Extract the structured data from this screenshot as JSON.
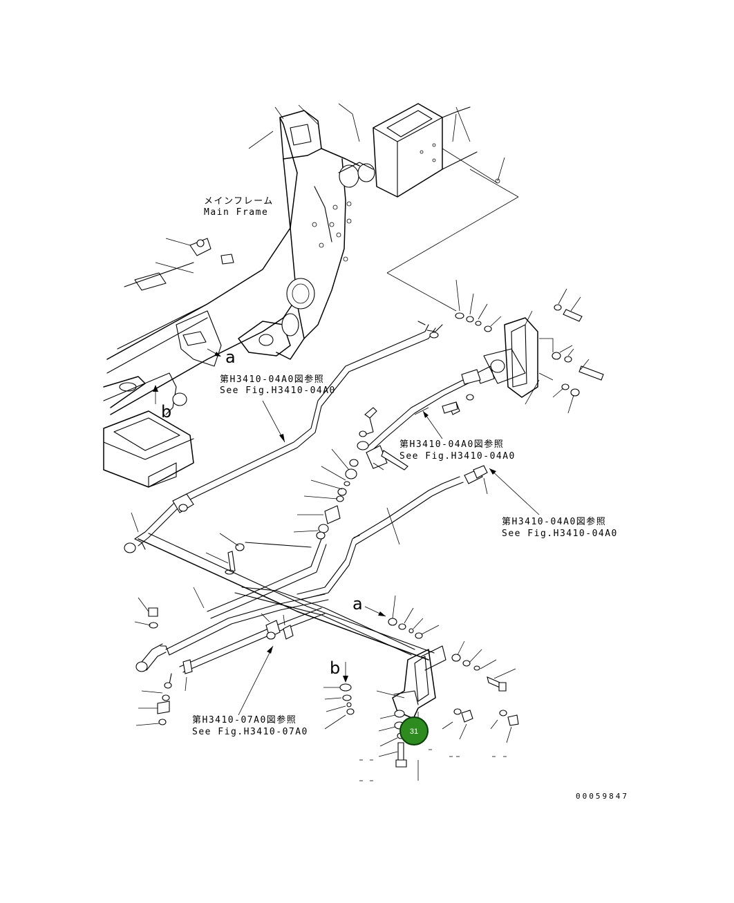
{
  "labels": {
    "main_frame_jp": "メインフレーム",
    "main_frame_en": "Main Frame",
    "ref1_jp": "第H3410-04A0図参照",
    "ref1_en": "See Fig.H3410-04A0",
    "ref2_jp": "第H3410-04A0図参照",
    "ref2_en": "See Fig.H3410-04A0",
    "ref3_jp": "第H3410-04A0図参照",
    "ref3_en": "See Fig.H3410-04A0",
    "ref4_jp": "第H3410-07A0図参照",
    "ref4_en": "See Fig.H3410-07A0",
    "view_a_1": "a",
    "view_b_1": "b",
    "view_a_2": "a",
    "view_b_2": "b"
  },
  "callout": {
    "number": "31",
    "color": "#2e8b1f",
    "border_color": "#0b3d0b"
  },
  "doc_number": "00059847"
}
